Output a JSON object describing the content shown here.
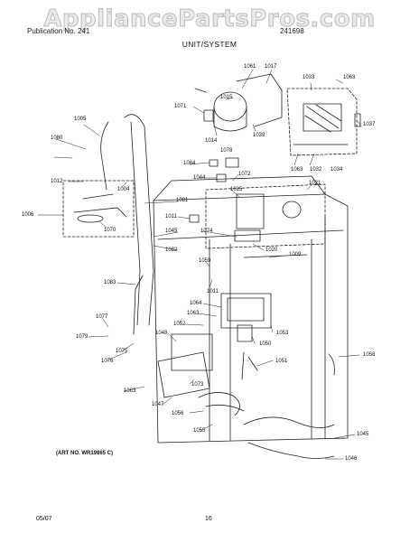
{
  "watermark": "AppliancePartsPros.com",
  "header": {
    "left": "Publication No. 241",
    "right": "241698"
  },
  "title": "UNIT/SYSTEM",
  "labels": {
    "l1061": "1061",
    "l1017": "1017",
    "l1033": "1033",
    "l1063a": "1063",
    "l1015": "1015",
    "l1071": "1071",
    "l1037": "1037",
    "l1005": "1005",
    "l1014": "1014",
    "l1039": "1039",
    "l1080": "1080",
    "l1078": "1078",
    "l1063b": "1063",
    "l1032": "1032",
    "l1034": "1034",
    "l1084": "1084",
    "l1044": "1044",
    "l1072": "1072",
    "l1012": "1012",
    "l1004": "1004",
    "l1025": "1025",
    "l1021": "1021",
    "l1081": "1081",
    "l1006": "1006",
    "l1011": "1011",
    "l1070": "1070",
    "l1045": "1045",
    "l1074": "1074",
    "l1082": "1082",
    "l1020": "1020",
    "l1059a": "1059",
    "l1009": "1009",
    "l1083": "1083",
    "l1011b": "1011",
    "l1064": "1064",
    "l1063c": "1063",
    "l1077": "1077",
    "l1052": "1052",
    "l1053": "1053",
    "l1079": "1079",
    "l1048": "1048",
    "l1050": "1050",
    "l1075": "1075",
    "l1058": "1058",
    "l1076": "1076",
    "l1051": "1051",
    "l1073": "1073",
    "l1063d": "1063",
    "l1047": "1047",
    "l1056": "1056",
    "l1055": "1055",
    "l1045b": "1045",
    "l1046": "1046"
  },
  "art_no": "(ART NO. WR19865 C)",
  "footer": {
    "date": "05/07",
    "page": "16"
  }
}
